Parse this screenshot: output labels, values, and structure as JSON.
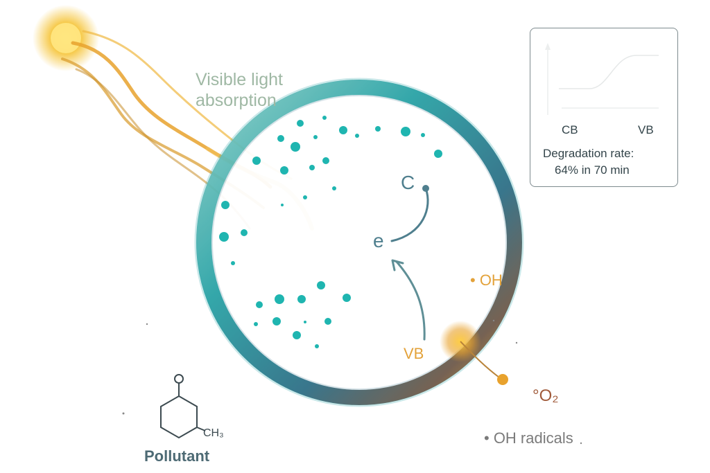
{
  "labels": {
    "visible_light": "Visible light absorption",
    "cb": "C",
    "electron": "e",
    "vb": "VB",
    "oh_main": "• OH",
    "pollutant": "Pollutant",
    "ch3": "CH₃",
    "oh_radicals": "• OH radicals",
    "o2": "°O₂"
  },
  "inset": {
    "cb_label": "CB",
    "vb_label": "VB",
    "rate_line1": "Degradation rate:",
    "rate_line2": "64% in 70 min"
  },
  "colors": {
    "teal": "#1fb5b0",
    "ring_dark": "#2f6f86",
    "orange": "#e8a22d",
    "brown": "#8a5a3a",
    "text_gray": "#4d6a74"
  },
  "icons": [
    "sun-icon",
    "light-rays-icon",
    "photocatalyst-ring-icon",
    "benzene-ring-icon",
    "oxygen-radical-icon"
  ]
}
